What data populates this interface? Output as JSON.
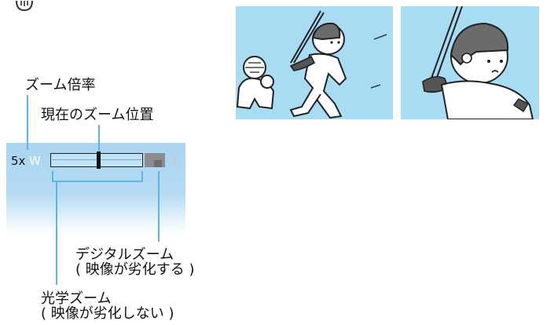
{
  "labels": {
    "zoom_ratio": "ズーム倍率",
    "current_position": "現在のズーム位置",
    "digital_zoom": "デジタルズーム",
    "digital_zoom_note": "( 映像が劣化する )",
    "optical_zoom": "光学ズーム",
    "optical_zoom_note": "( 映像が劣化しない )"
  },
  "zoom_bar": {
    "ratio": "5x",
    "wide": "W",
    "tele": "T",
    "position_fraction": 0.52
  },
  "colors": {
    "panel_blue": "#a9d5f0",
    "leader_blue": "#59b6e8",
    "photo_sky": "#a8dcf3",
    "digital_gray": "#8c8c8c"
  },
  "images": {
    "wide": "batter-and-catcher-wide-illustration",
    "tele": "batter-closeup-illustration"
  }
}
